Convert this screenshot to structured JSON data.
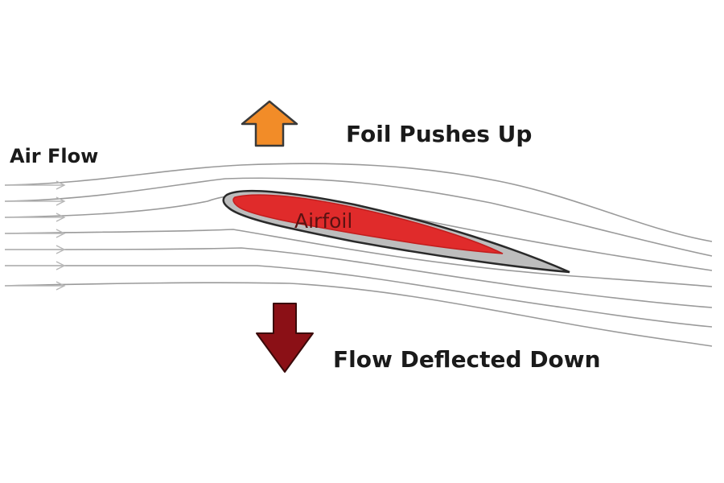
{
  "labels": {
    "air_flow": "Air Flow",
    "foil_pushes_up": "Foil Pushes Up",
    "flow_deflected_down": "Flow Deflected Down",
    "airfoil": "Airfoil"
  },
  "colors": {
    "up_arrow_fill": "#f28c28",
    "up_arrow_stroke": "#3a3a3a",
    "down_arrow_fill": "#8b1016",
    "down_arrow_stroke": "#3a0a0a",
    "airfoil_fill": "#e02b2b",
    "airfoil_shell": "#bdbdbd",
    "streamline": "#9a9a9a"
  },
  "icons": {
    "up_arrow": "arrow-up-icon",
    "down_arrow": "arrow-down-icon"
  }
}
